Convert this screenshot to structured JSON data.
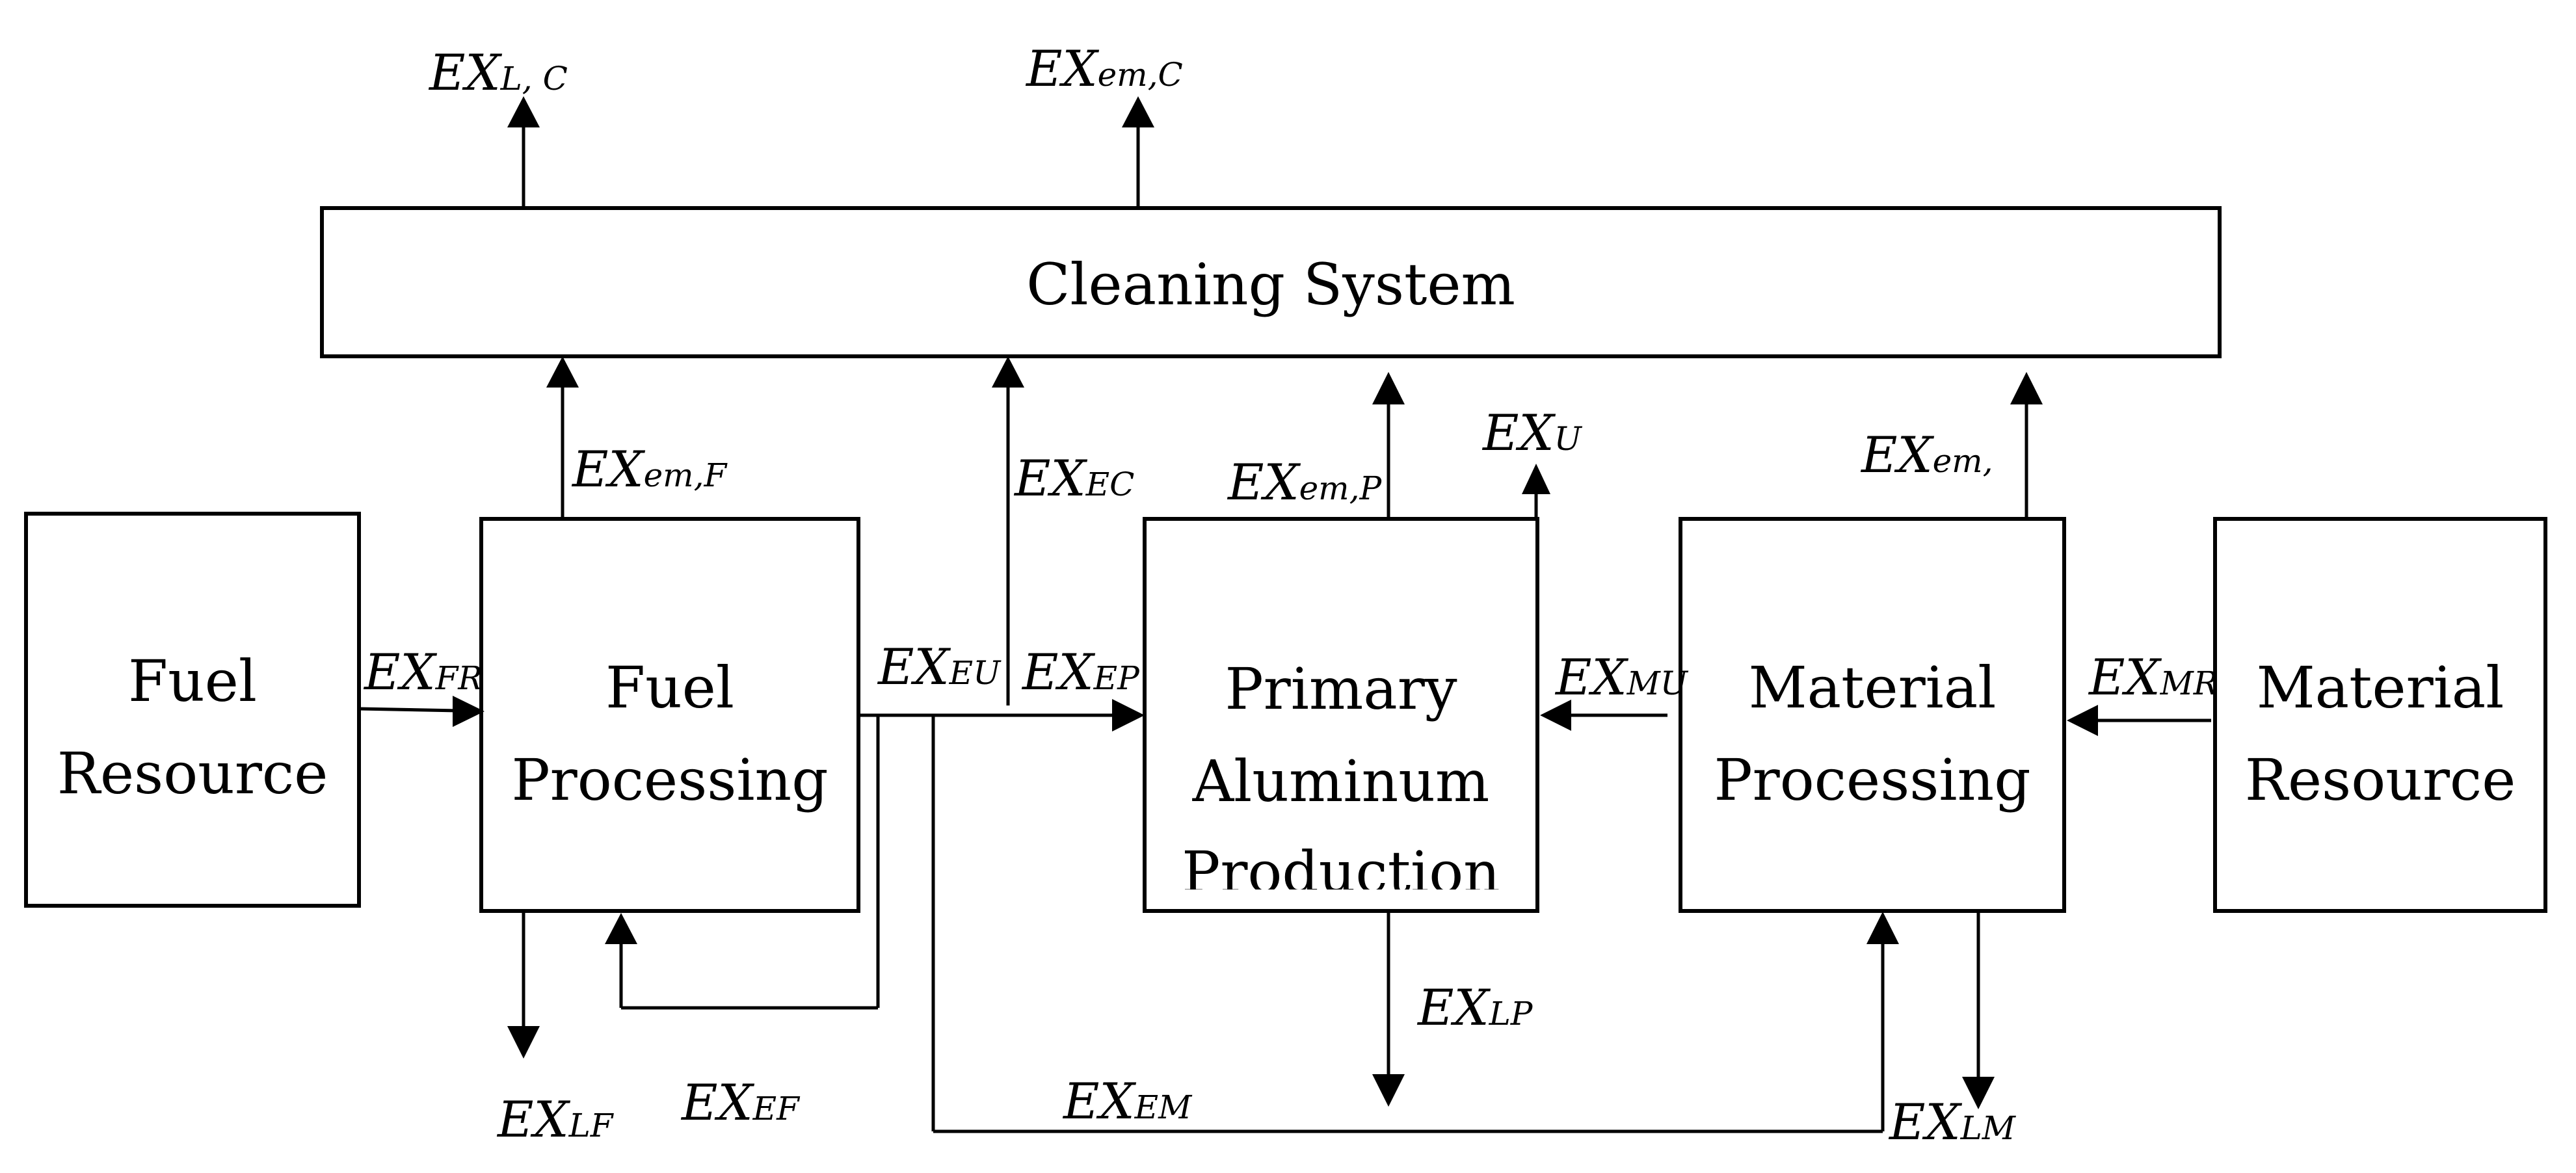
{
  "boxes": {
    "cleaning": "Cleaning System",
    "fuel_resource": [
      "Fuel",
      "Resource"
    ],
    "fuel_processing": [
      "Fuel",
      "Processing"
    ],
    "primary_aluminum": [
      "Primary",
      "Aluminum",
      "Production"
    ],
    "material_processing": [
      "Material",
      "Processing"
    ],
    "material_resource": [
      "Material",
      "Resource"
    ]
  },
  "flows": {
    "ex_l_c": {
      "base": "EX",
      "sub": "L, C"
    },
    "ex_em_c": {
      "base": "EX",
      "sub": "em,C"
    },
    "ex_em_f": {
      "base": "EX",
      "sub": "em,F"
    },
    "ex_ec": {
      "base": "EX",
      "sub": "EC"
    },
    "ex_em_p": {
      "base": "EX",
      "sub": "em,P"
    },
    "ex_u": {
      "base": "EX",
      "sub": "U"
    },
    "ex_em_m": {
      "base": "EX",
      "sub": "em,"
    },
    "ex_fr": {
      "base": "EX",
      "sub": "FR"
    },
    "ex_eu": {
      "base": "EX",
      "sub": "EU"
    },
    "ex_ep": {
      "base": "EX",
      "sub": "EP"
    },
    "ex_mu": {
      "base": "EX",
      "sub": "MU"
    },
    "ex_mr": {
      "base": "EX",
      "sub": "MR"
    },
    "ex_lp": {
      "base": "EX",
      "sub": "LP"
    },
    "ex_lf": {
      "base": "EX",
      "sub": "LF"
    },
    "ex_ef": {
      "base": "EX",
      "sub": "EF"
    },
    "ex_em": {
      "base": "EX",
      "sub": "EM"
    },
    "ex_lm": {
      "base": "EX",
      "sub": "LM"
    }
  }
}
